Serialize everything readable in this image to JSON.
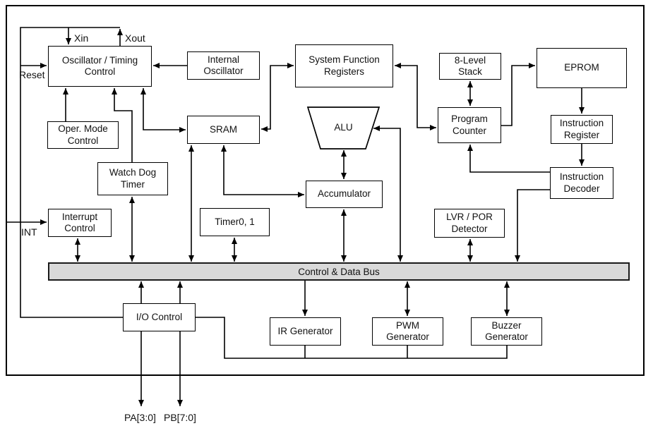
{
  "blocks": {
    "oscillator": {
      "label": "Oscillator / Timing Control"
    },
    "internal_oscillator": {
      "label": "Internal Oscillator"
    },
    "system_function_registers": {
      "label": "System Function Registers"
    },
    "stack": {
      "label": "8-Level Stack"
    },
    "eprom": {
      "label": "EPROM"
    },
    "oper_mode": {
      "label": "Oper. Mode Control"
    },
    "sram": {
      "label": "SRAM"
    },
    "alu": {
      "label": "ALU"
    },
    "program_counter": {
      "label": "Program Counter"
    },
    "instruction_register": {
      "label": "Instruction Register"
    },
    "watch_dog_timer": {
      "label": "Watch Dog Timer"
    },
    "accumulator": {
      "label": "Accumulator"
    },
    "instruction_decoder": {
      "label": "Instruction Decoder"
    },
    "interrupt_control": {
      "label": "Interrupt Control"
    },
    "timer": {
      "label": "Timer0, 1"
    },
    "lvr_por": {
      "label": "LVR / POR Detector"
    },
    "io_control": {
      "label": "I/O Control"
    },
    "ir_generator": {
      "label": "IR Generator"
    },
    "pwm_generator": {
      "label": "PWM Generator"
    },
    "buzzer_generator": {
      "label": "Buzzer Generator"
    }
  },
  "bus": {
    "label": "Control & Data Bus"
  },
  "pins": {
    "xin": "Xin",
    "xout": "Xout",
    "reset": "Reset",
    "int": "INT",
    "pa": "PA[3:0]",
    "pb": "PB[7:0]"
  },
  "colors": {
    "line": "#000000",
    "bus_fill": "#d9d9d9",
    "background": "#ffffff"
  }
}
